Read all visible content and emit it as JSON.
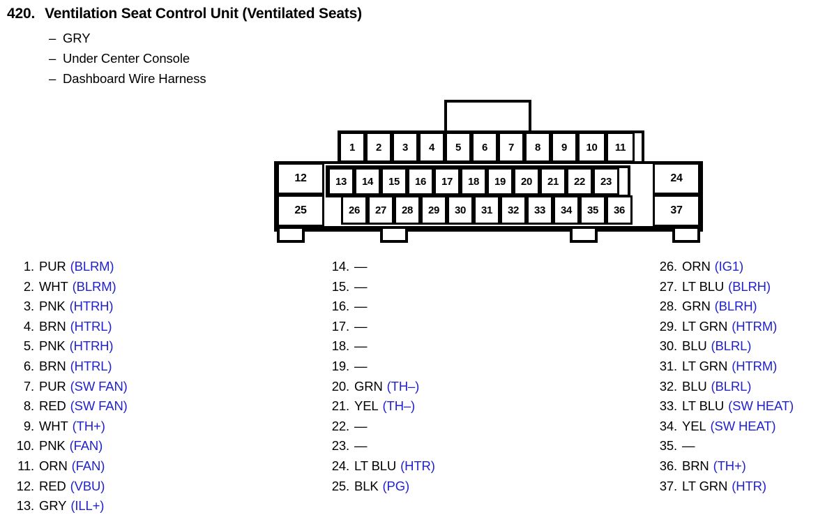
{
  "header": {
    "number": "420.",
    "title": "Ventilation Seat Control Unit (Ventilated Seats)",
    "dash": "–",
    "subtitles": [
      "GRY",
      "Under Center Console",
      "Dashboard Wire Harness"
    ]
  },
  "connector": {
    "top_row": [
      "1",
      "2",
      "3",
      "4",
      "5",
      "6",
      "7",
      "8",
      "9",
      "10",
      "11"
    ],
    "left_pins": [
      "12",
      "25"
    ],
    "middle_row_upper": [
      "13",
      "14",
      "15",
      "16",
      "17",
      "18",
      "19",
      "20",
      "21",
      "22",
      "23"
    ],
    "middle_row_lower": [
      "26",
      "27",
      "28",
      "29",
      "30",
      "31",
      "32",
      "33",
      "34",
      "35",
      "36"
    ],
    "right_pins": [
      "24",
      "37"
    ]
  },
  "colors": {
    "signal": "#2222CC",
    "text": "#000000",
    "outline": "#000000",
    "background": "#FFFFFF"
  },
  "pin_list": {
    "empty_marker": "—",
    "columns": [
      {
        "rows": [
          {
            "num": "1.",
            "wire": "PUR",
            "signal": "(BLRM)"
          },
          {
            "num": "2.",
            "wire": "WHT",
            "signal": "(BLRM)"
          },
          {
            "num": "3.",
            "wire": "PNK",
            "signal": "(HTRH)"
          },
          {
            "num": "4.",
            "wire": "BRN",
            "signal": "(HTRL)"
          },
          {
            "num": "5.",
            "wire": "PNK",
            "signal": "(HTRH)"
          },
          {
            "num": "6.",
            "wire": "BRN",
            "signal": "(HTRL)"
          },
          {
            "num": "7.",
            "wire": "PUR",
            "signal": "(SW FAN)"
          },
          {
            "num": "8.",
            "wire": "RED",
            "signal": "(SW FAN)"
          },
          {
            "num": "9.",
            "wire": "WHT",
            "signal": "(TH+)"
          },
          {
            "num": "10.",
            "wire": "PNK",
            "signal": "(FAN)"
          },
          {
            "num": "11.",
            "wire": "ORN",
            "signal": "(FAN)"
          },
          {
            "num": "12.",
            "wire": "RED",
            "signal": "(VBU)"
          },
          {
            "num": "13.",
            "wire": "GRY",
            "signal": "(ILL+)"
          }
        ]
      },
      {
        "rows": [
          {
            "num": "14.",
            "wire": "—",
            "signal": ""
          },
          {
            "num": "15.",
            "wire": "—",
            "signal": ""
          },
          {
            "num": "16.",
            "wire": "—",
            "signal": ""
          },
          {
            "num": "17.",
            "wire": "—",
            "signal": ""
          },
          {
            "num": "18.",
            "wire": "—",
            "signal": ""
          },
          {
            "num": "19.",
            "wire": "—",
            "signal": ""
          },
          {
            "num": "20.",
            "wire": "GRN",
            "signal": "(TH–)"
          },
          {
            "num": "21.",
            "wire": "YEL",
            "signal": "(TH–)"
          },
          {
            "num": "22.",
            "wire": "—",
            "signal": ""
          },
          {
            "num": "23.",
            "wire": "—",
            "signal": ""
          },
          {
            "num": "24.",
            "wire": "LT BLU",
            "signal": "(HTR)"
          },
          {
            "num": "25.",
            "wire": "BLK",
            "signal": "(PG)"
          }
        ]
      },
      {
        "rows": [
          {
            "num": "26.",
            "wire": "ORN",
            "signal": "(IG1)"
          },
          {
            "num": "27.",
            "wire": "LT BLU",
            "signal": "(BLRH)"
          },
          {
            "num": "28.",
            "wire": "GRN",
            "signal": "(BLRH)"
          },
          {
            "num": "29.",
            "wire": "LT GRN",
            "signal": "(HTRM)"
          },
          {
            "num": "30.",
            "wire": "BLU",
            "signal": "(BLRL)"
          },
          {
            "num": "31.",
            "wire": "LT GRN",
            "signal": "(HTRM)"
          },
          {
            "num": "32.",
            "wire": "BLU",
            "signal": "(BLRL)"
          },
          {
            "num": "33.",
            "wire": "LT BLU",
            "signal": "(SW HEAT)"
          },
          {
            "num": "34.",
            "wire": "YEL",
            "signal": "(SW HEAT)"
          },
          {
            "num": "35.",
            "wire": "—",
            "signal": ""
          },
          {
            "num": "36.",
            "wire": "BRN",
            "signal": "(TH+)"
          },
          {
            "num": "37.",
            "wire": "LT GRN",
            "signal": "(HTR)"
          }
        ]
      }
    ]
  }
}
